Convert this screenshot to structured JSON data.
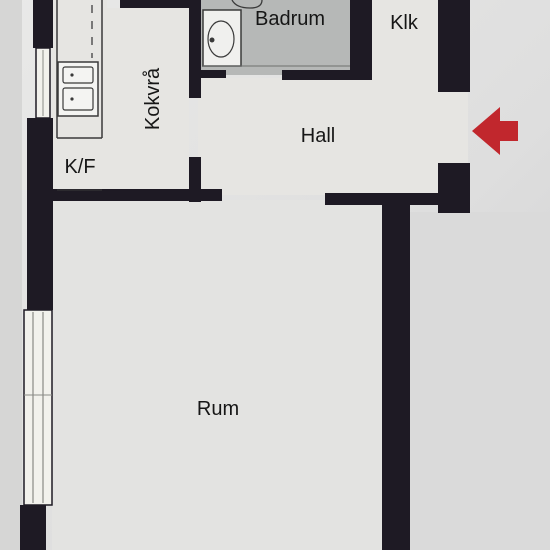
{
  "rooms": {
    "badrum": "Badrum",
    "klk": "Klk",
    "hall": "Hall",
    "kokvra": "Kokvrå",
    "kf": "K/F",
    "rum": "Rum"
  },
  "icons": {
    "entrance": "entrance-arrow-icon",
    "sink": "kitchen-sink-icon",
    "toilet": "toilet-icon"
  },
  "colors": {
    "wall": "#1e1a24",
    "floor": "#e6e5e2",
    "bathroom_floor": "#b6b8b7",
    "entrance_arrow": "#c1272d"
  }
}
